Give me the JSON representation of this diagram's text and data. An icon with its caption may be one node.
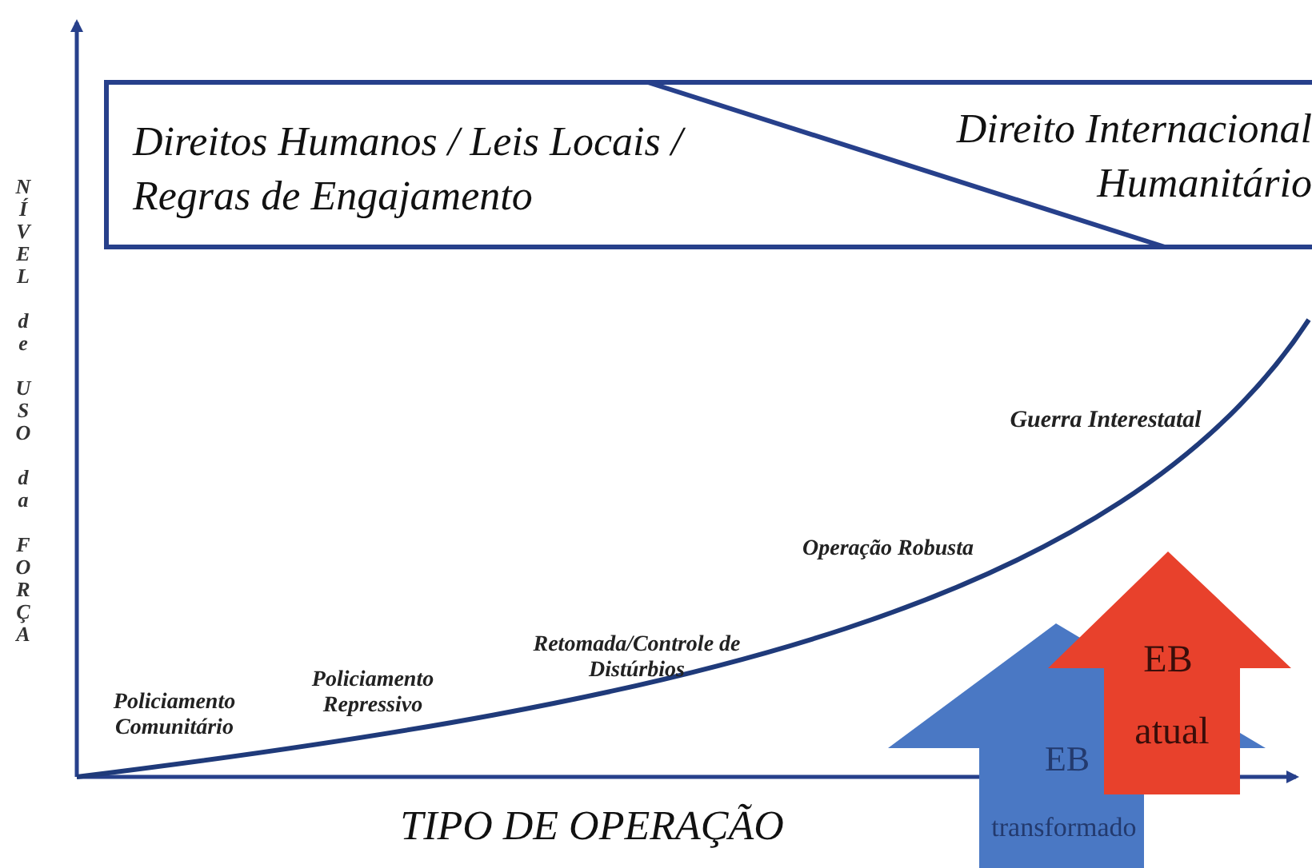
{
  "diagram": {
    "nodes": [
      {
        "text": [
          "Direitos Humanos / Leis Locais / Regras de Engajamento",
          "Direito Internacional Humanitário"
        ]
      },
      {
        "text": [
          "EB",
          "transformado"
        ]
      },
      {
        "text": [
          "EB",
          "atual"
        ]
      }
    ],
    "labels": [
      "NÍVEL de USO da FORÇA",
      "Guerra Interestatal",
      "Operação Robusta",
      "Retomada/Controle de Distúrbios",
      "Policiamento Repressivo",
      "Policiamento Comunitário",
      "TIPO DE OPERAÇÃO"
    ]
  }
}
